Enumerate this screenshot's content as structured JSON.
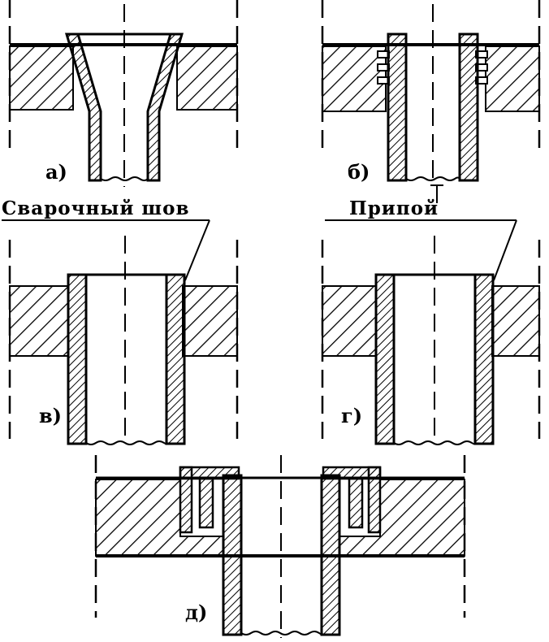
{
  "labels": {
    "a": "а)",
    "b": "б)",
    "v": "в)",
    "g": "г)",
    "d": "д)",
    "weld": "Сварочный шов",
    "solder": "Припой"
  },
  "colors": {
    "ink": "#000000",
    "paper": "#ffffff"
  }
}
